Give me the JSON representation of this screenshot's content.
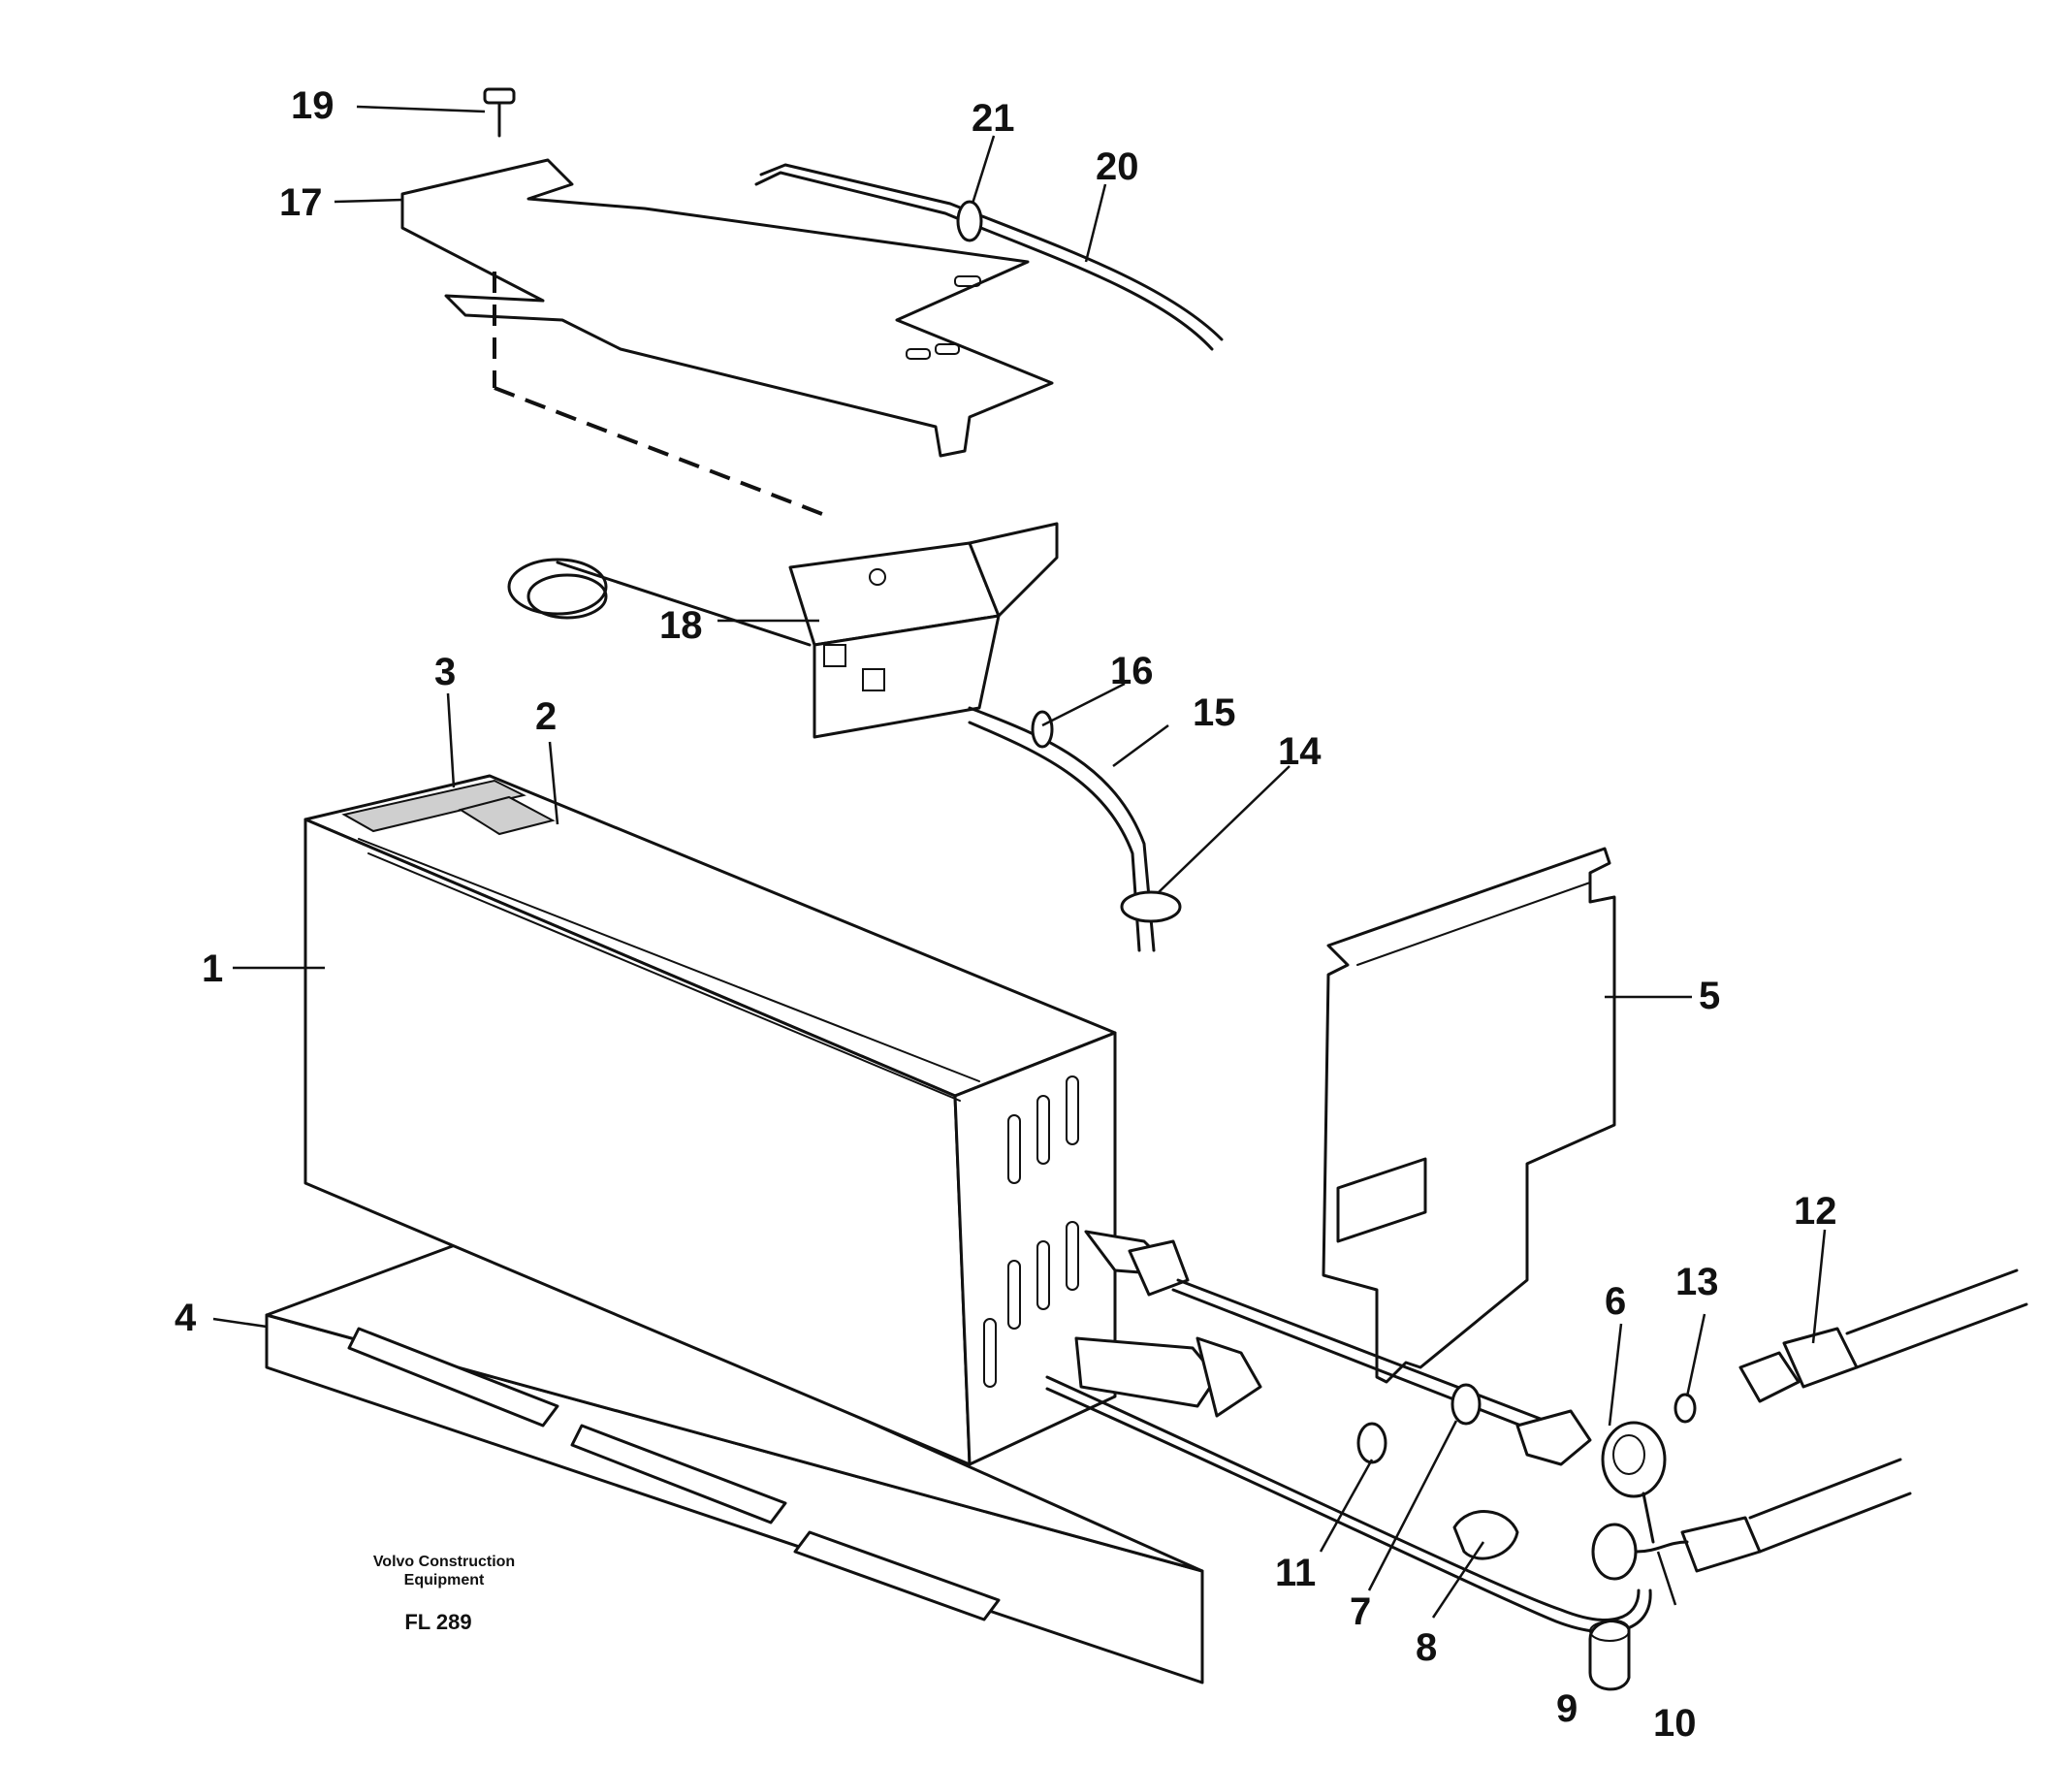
{
  "callouts": {
    "c1": "1",
    "c2": "2",
    "c3": "3",
    "c4": "4",
    "c5": "5",
    "c6": "6",
    "c7": "7",
    "c8": "8",
    "c9": "9",
    "c10": "10",
    "c11": "11",
    "c12": "12",
    "c13": "13",
    "c14": "14",
    "c15": "15",
    "c16": "16",
    "c17": "17",
    "c18": "18",
    "c19": "19",
    "c20": "20",
    "c21": "21"
  },
  "footer": {
    "company_line1": "Volvo Construction",
    "company_line2": "Equipment",
    "figure_code": "FL 289"
  }
}
